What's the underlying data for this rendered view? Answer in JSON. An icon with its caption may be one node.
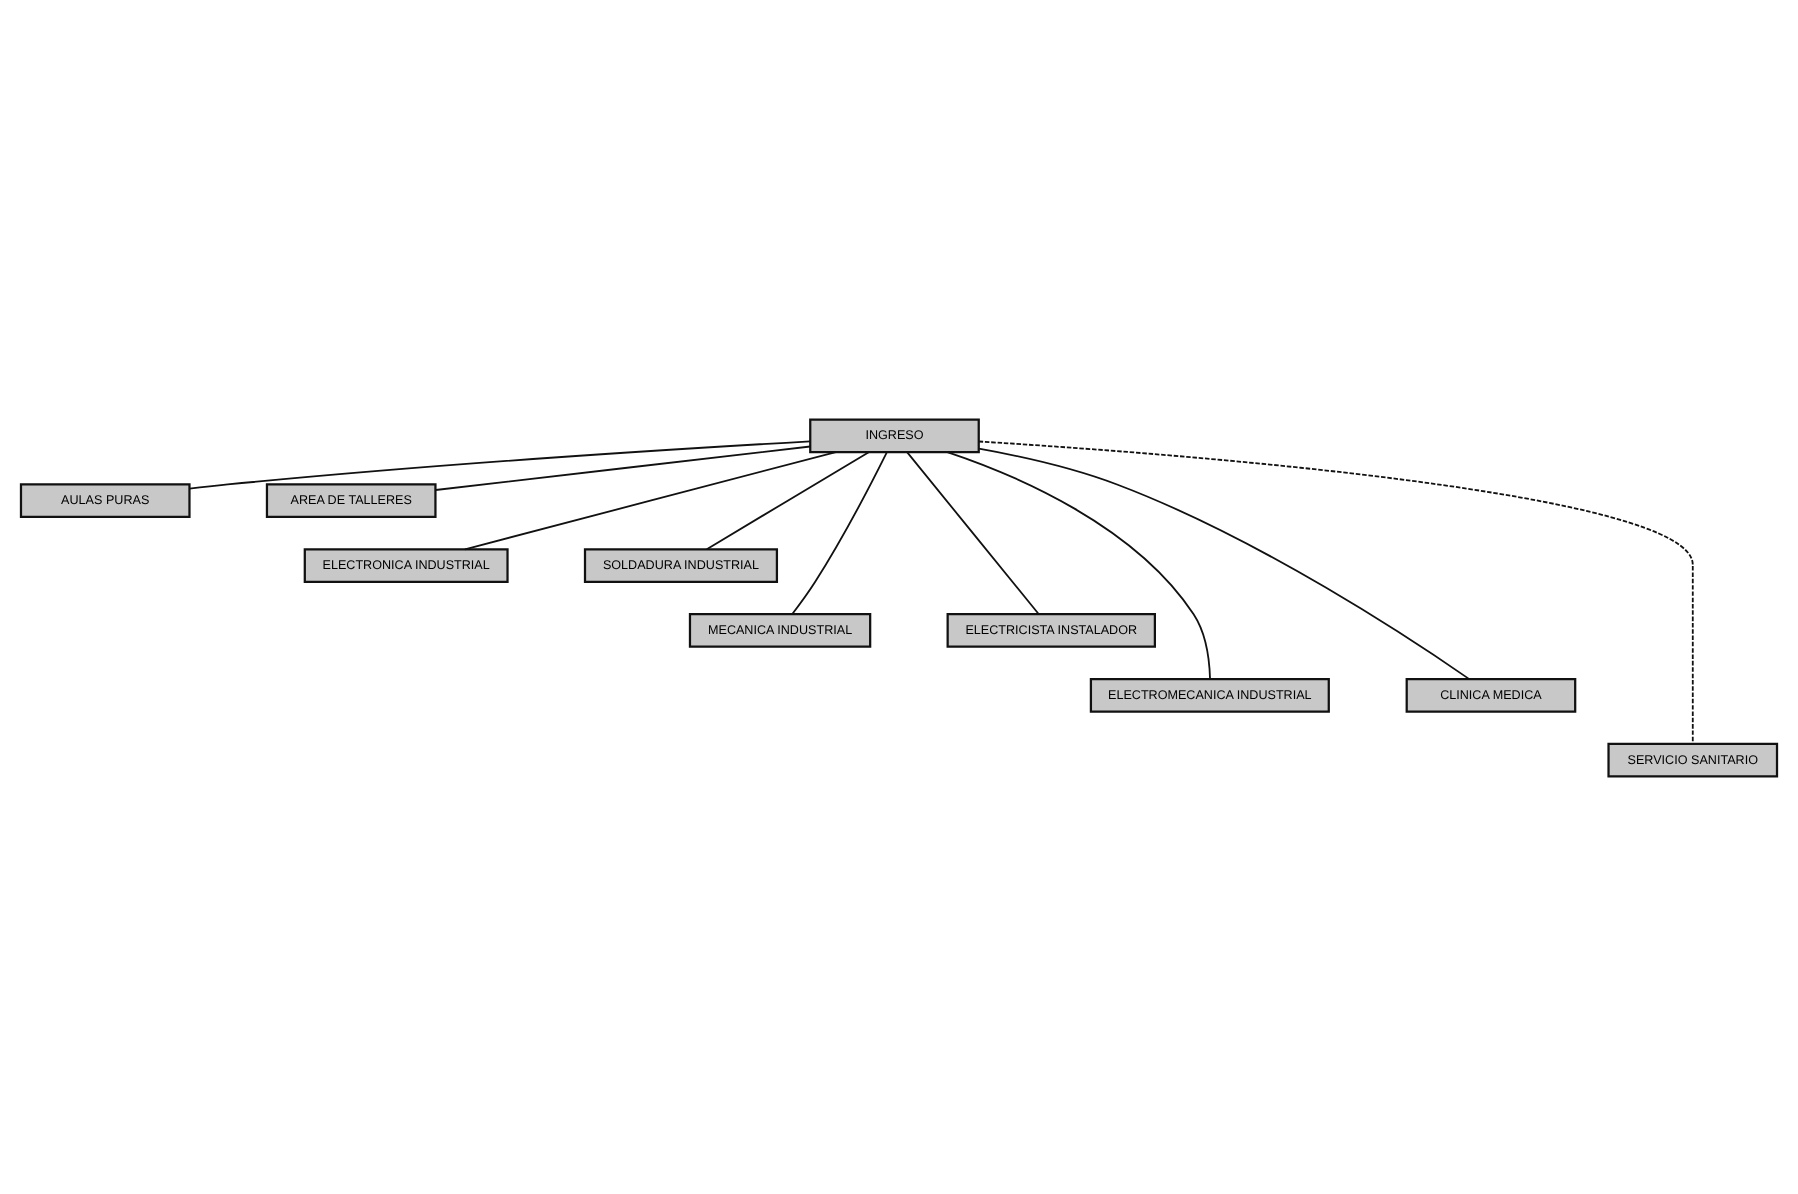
{
  "diagram": {
    "nodes": [
      {
        "text": [
          "INGRESO"
        ]
      },
      {
        "text": [
          "AULAS PURAS"
        ]
      },
      {
        "text": [
          "AREA DE TALLERES"
        ]
      },
      {
        "text": [
          "ELECTRONICA INDUSTRIAL"
        ]
      },
      {
        "text": [
          "SOLDADURA INDUSTRIAL"
        ]
      },
      {
        "text": [
          "MECANICA INDUSTRIAL"
        ]
      },
      {
        "text": [
          "ELECTRICISTA INSTALADOR"
        ]
      },
      {
        "text": [
          "ELECTROMECANICA INDUSTRIAL"
        ]
      },
      {
        "text": [
          "CLINICA MEDICA"
        ]
      },
      {
        "text": [
          "SERVICIO SANITARIO"
        ]
      }
    ],
    "edges": [
      {
        "from": 0,
        "to": 1,
        "arrow": "none"
      },
      {
        "from": 0,
        "to": 2,
        "arrow": "none"
      },
      {
        "from": 0,
        "to": 3,
        "arrow": "none"
      },
      {
        "from": 0,
        "to": 4,
        "arrow": "none"
      },
      {
        "from": 0,
        "to": 5,
        "arrow": "none"
      },
      {
        "from": 0,
        "to": 6,
        "arrow": "none"
      },
      {
        "from": 0,
        "to": 7,
        "arrow": "none"
      },
      {
        "from": 0,
        "to": 8,
        "arrow": "none"
      },
      {
        "from": 0,
        "to": 9,
        "arrow": "none",
        "style": "dashed"
      }
    ]
  }
}
